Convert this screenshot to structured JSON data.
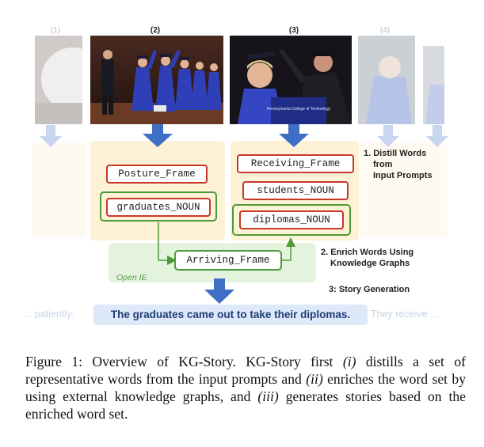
{
  "images": [
    {
      "label": "(1)",
      "faded": true
    },
    {
      "label": "(2)",
      "faded": false
    },
    {
      "label": "(3)",
      "faded": false
    },
    {
      "label": "(4)",
      "faded": true
    }
  ],
  "photo3_sign": "Pennsylvania College of Technology",
  "words": {
    "posture": "Posture_Frame",
    "graduates": "graduates_NOUN",
    "receiving": "Receiving_Frame",
    "students": "students_NOUN",
    "diplomas": "diplomas_NOUN",
    "arriving": "Arriving_Frame"
  },
  "steps": {
    "step1_line1": "1. Distill Words",
    "step1_line2": "from",
    "step1_line3": "Input Prompts",
    "step2_line1": "2. Enrich Words Using",
    "step2_line2": "Knowledge Graphs",
    "step3": "3: Story Generation"
  },
  "open_ie": "Open IE",
  "story": {
    "prefix": "... patiently.",
    "main": "The graduates came out to take their diplomas.",
    "suffix": "They receive ..."
  },
  "caption": {
    "p1": "Figure 1: Overview of KG-Story. KG-Story first ",
    "i1": "(i)",
    "p2": " distills a set of representative words from the input prompts and ",
    "i2": "(ii)",
    "p3": " enriches the word set by using external knowledge graphs, and ",
    "i3": "(iii)",
    "p4": " generates stories based on the enriched word set."
  },
  "colors": {
    "arrow_blue": "#3f6fc4",
    "frame_red": "#c7382a",
    "group_green": "#4e9a3a",
    "panel_yellow": "#fdf1d6",
    "panel_green": "#e4f3de",
    "story_blue": "#1f3d78"
  }
}
